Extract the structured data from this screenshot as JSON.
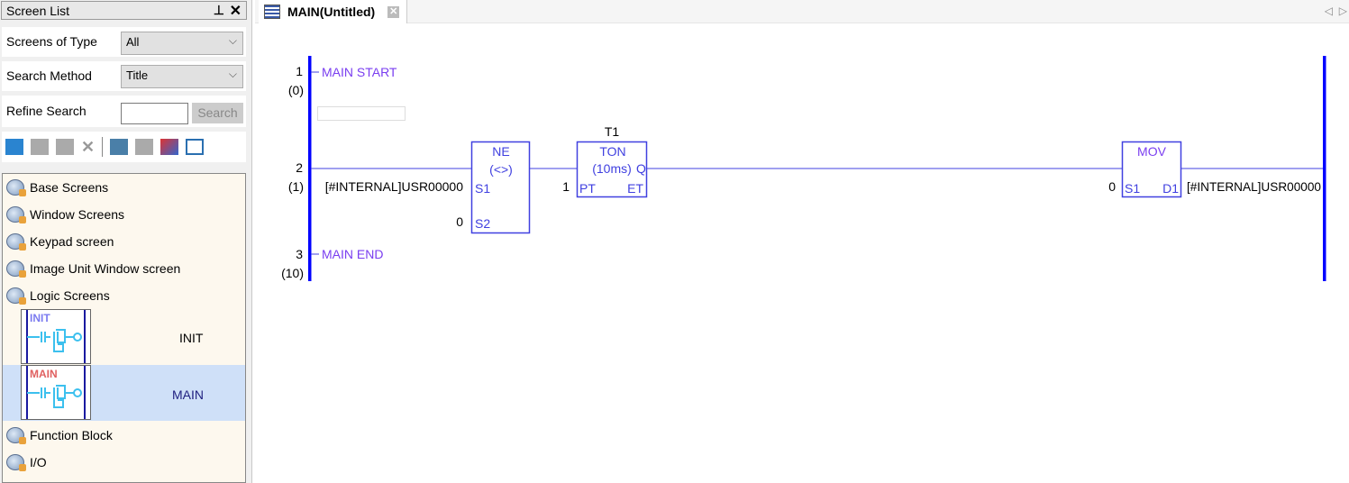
{
  "panel": {
    "title": "Screen List",
    "pin_icon": "pin-icon",
    "close_icon": "close-icon",
    "screens_of_type_label": "Screens of Type",
    "screens_of_type_value": "All",
    "search_method_label": "Search Method",
    "search_method_value": "Title",
    "refine_search_label": "Refine Search",
    "refine_search_value": "",
    "search_button": "Search",
    "toolbar": [
      "new-screen-icon",
      "copy-screen-icon",
      "paste-screen-icon",
      "delete-icon",
      "screen-properties-icon",
      "screen-overlap-icon",
      "screen-convert-icon",
      "screen-link-icon"
    ],
    "tree": [
      {
        "label": "Base Screens"
      },
      {
        "label": "Window Screens"
      },
      {
        "label": "Keypad screen"
      },
      {
        "label": "Image Unit Window screen"
      },
      {
        "label": "Logic Screens"
      },
      {
        "label": "Function Block"
      },
      {
        "label": "I/O"
      }
    ],
    "logic_screens": [
      {
        "thumb_label": "INIT",
        "name": "INIT",
        "thumb_color": "#7b7bf0"
      },
      {
        "thumb_label": "MAIN",
        "name": "MAIN",
        "thumb_color": "#e06060",
        "selected": true
      }
    ]
  },
  "tab": {
    "title": "MAIN(Untitled)"
  },
  "ladder": {
    "rungs": [
      {
        "num": "1",
        "step": "(0)",
        "label": "MAIN START"
      },
      {
        "num": "2",
        "step": "(1)"
      },
      {
        "num": "3",
        "step": "(10)",
        "label": "MAIN END"
      }
    ],
    "ne": {
      "title": "NE",
      "sub": "(<>)",
      "s1": "S1",
      "s2": "S2",
      "s1_val": "[#INTERNAL]USR00000",
      "s2_val": "0"
    },
    "ton": {
      "name": "T1",
      "title": "TON",
      "sub": "(10ms)",
      "q": "Q",
      "pt": "PT",
      "et": "ET",
      "pt_val": "1"
    },
    "mov": {
      "title": "MOV",
      "s1": "S1",
      "d1": "D1",
      "s1_val": "0",
      "d1_val": "[#INTERNAL]USR00000"
    }
  },
  "colors": {
    "rail": "#0000ff",
    "instr": "#4040e0",
    "selected": "#cfe0f8"
  }
}
